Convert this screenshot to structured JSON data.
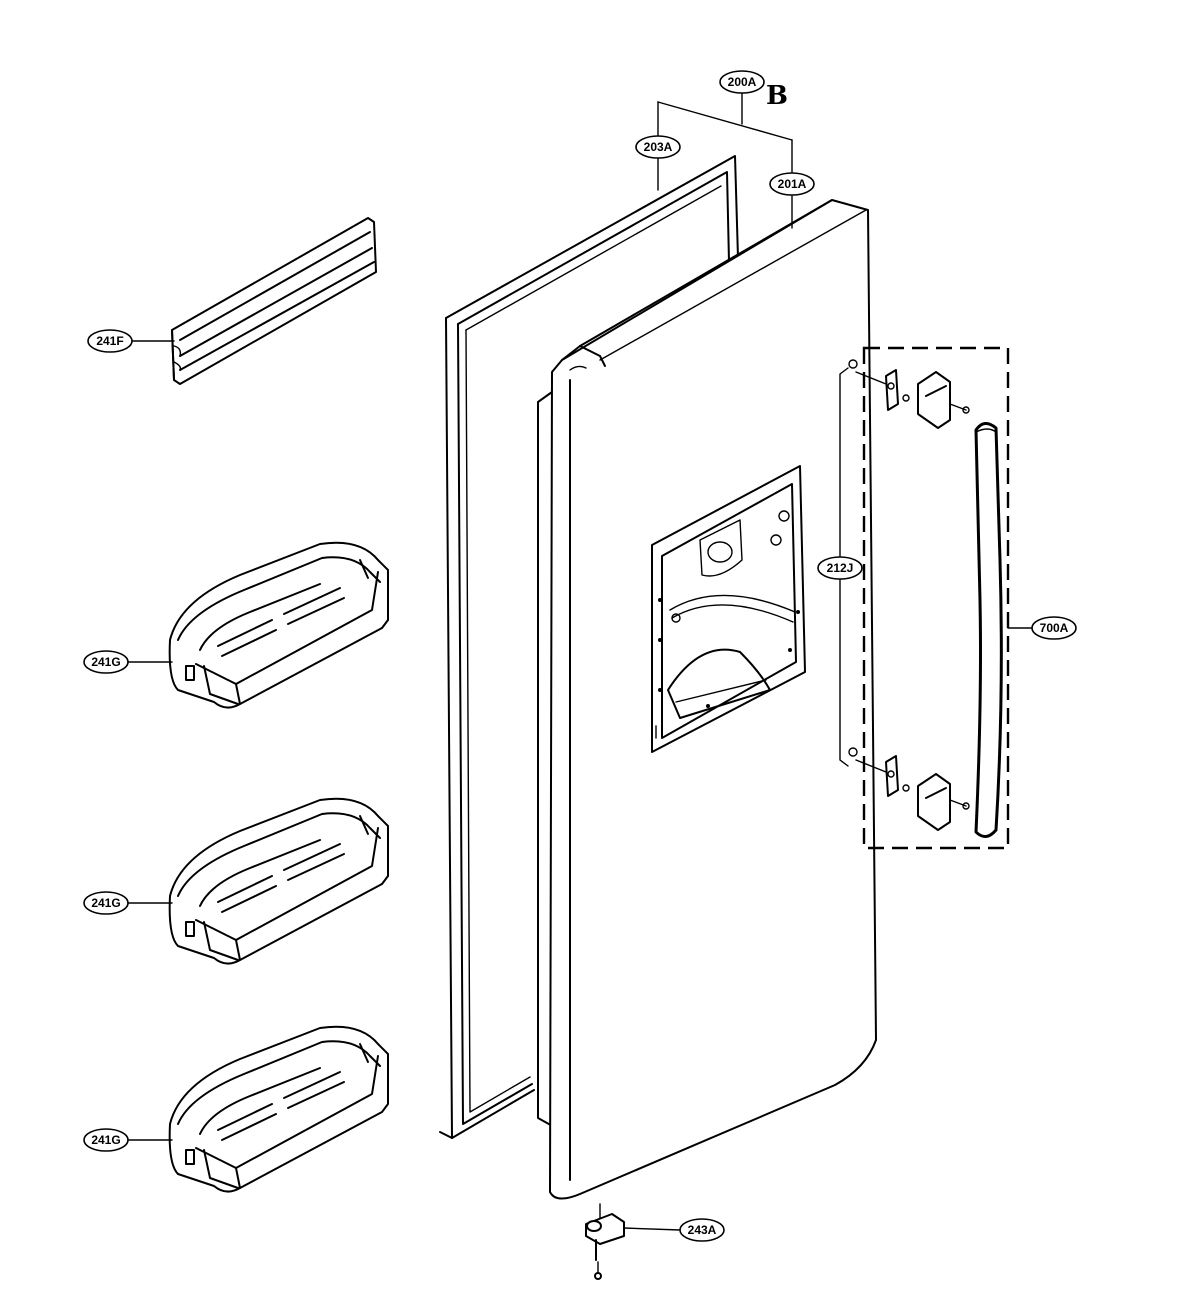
{
  "callouts": {
    "c200A": "200A",
    "c203A": "203A",
    "c201A": "201A",
    "c241F": "241F",
    "c241G_1": "241G",
    "c241G_2": "241G",
    "c241G_3": "241G",
    "c212J": "212J",
    "c700A": "700A",
    "c243A": "243A"
  },
  "handwritten_mark": "B"
}
